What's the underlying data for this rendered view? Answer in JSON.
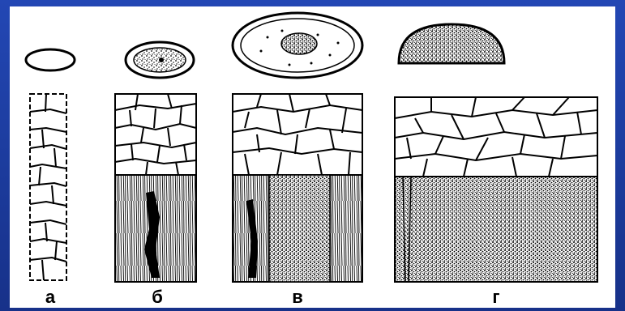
{
  "figure": {
    "labels": [
      "а",
      "б",
      "в",
      "г"
    ]
  },
  "colors": {
    "background": "#1f3f9e",
    "panel": "#ffffff",
    "ink": "#000000"
  }
}
